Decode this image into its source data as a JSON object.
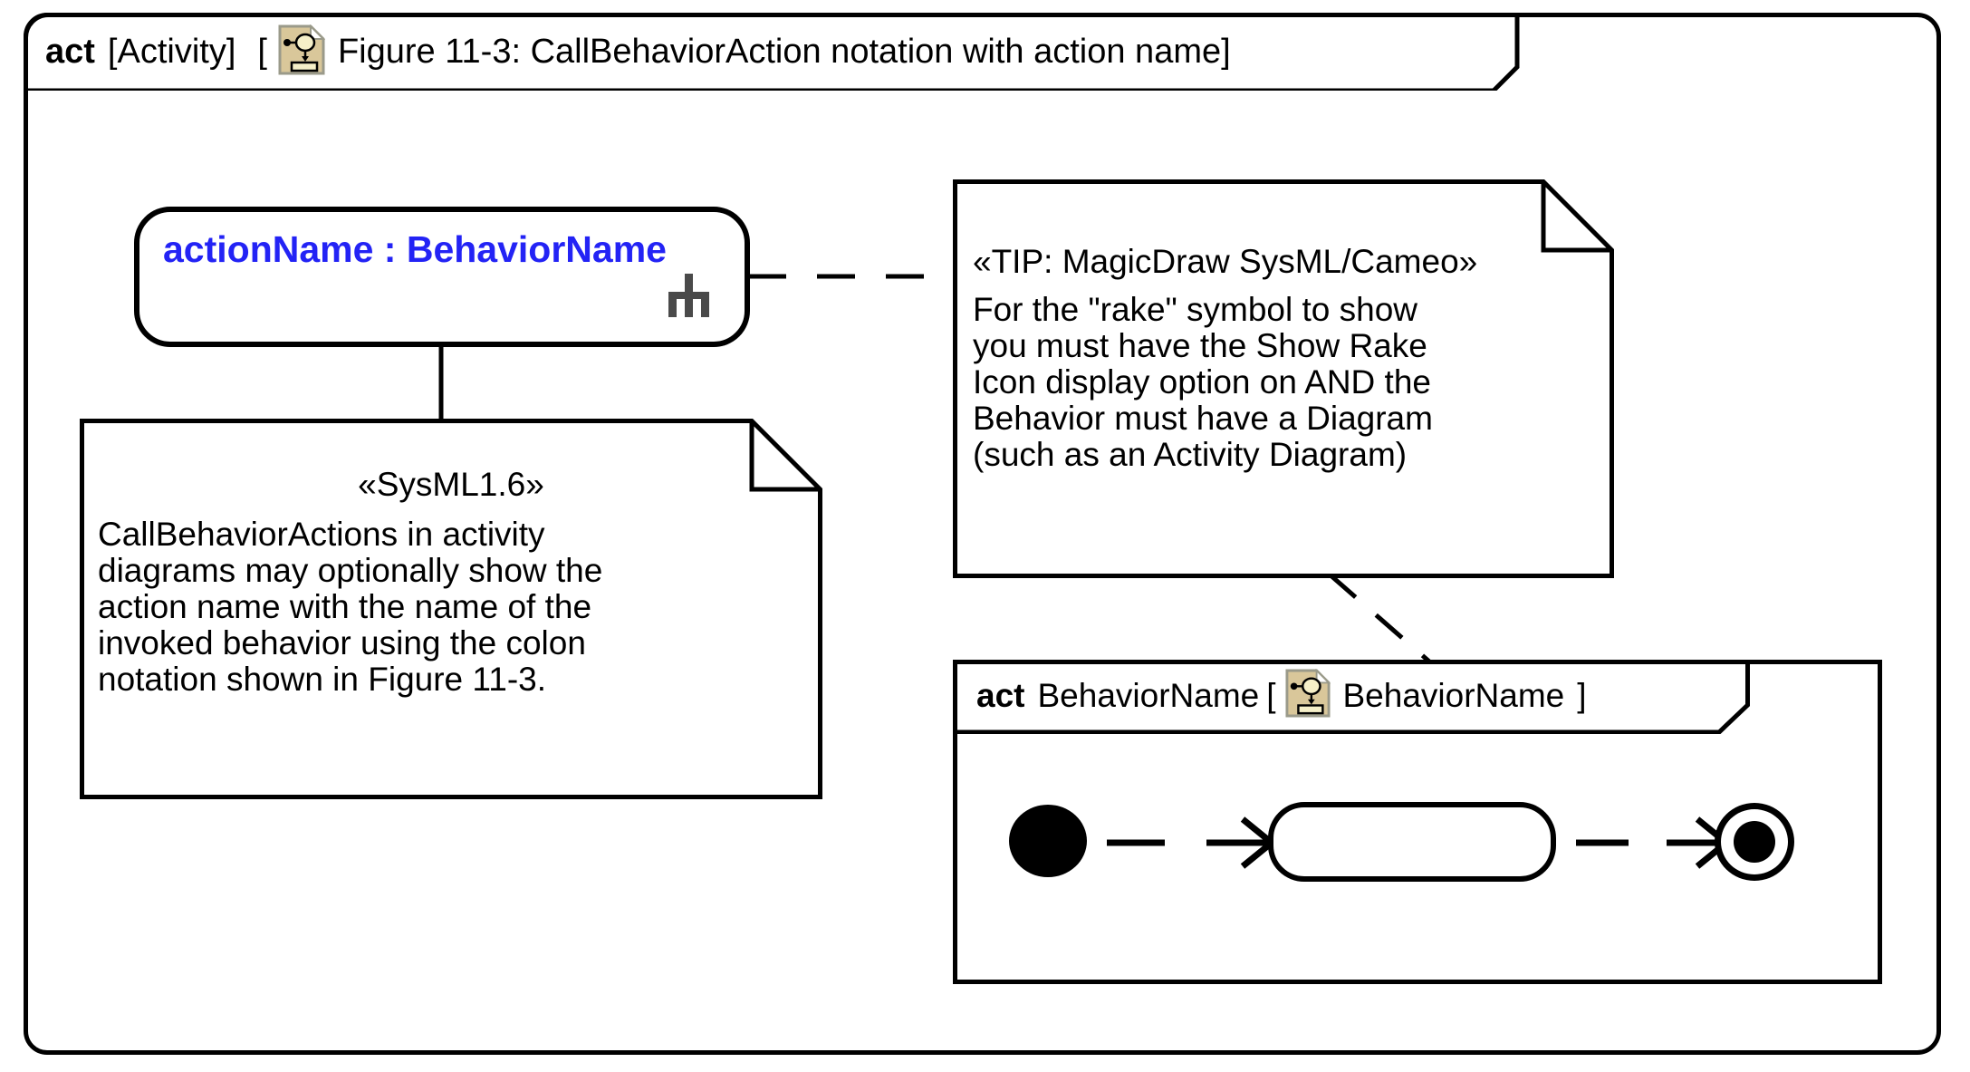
{
  "frame": {
    "keyword": "act",
    "type_label": "[Activity]",
    "bracket_open": "[",
    "icon": "activity-diagram-icon",
    "title": "Figure 11-3: CallBehaviorAction notation with action name",
    "bracket_close": "]"
  },
  "action_node": {
    "name": "actionName : BehaviorName",
    "text_color": "#2323F5",
    "rake_icon": "rake-icon",
    "rake_color": "#4A4A4A"
  },
  "notes": {
    "sysml": {
      "stereotype": "«SysML1.6»",
      "lines": [
        "CallBehaviorActions in activity",
        "diagrams may optionally show the",
        "action name with the name of the",
        "invoked behavior using the colon",
        "notation shown in Figure 11-3."
      ]
    },
    "tip": {
      "stereotype": "«TIP: MagicDraw SysML/Cameo»",
      "lines": [
        "For the \"rake\" symbol to show",
        "you must have the Show Rake",
        "Icon display option on AND the",
        "Behavior must have a Diagram",
        "(such as an Activity Diagram)"
      ]
    }
  },
  "inner_frame": {
    "keyword": "act",
    "name": "BehaviorName",
    "bracket_open": "[",
    "icon": "activity-diagram-icon",
    "title": "BehaviorName",
    "bracket_close": "]",
    "nodes": {
      "initial": "initial-node",
      "action": "",
      "final": "activity-final-node"
    }
  },
  "colors": {
    "icon_background": "#D9C79A",
    "icon_inner": "#F5EFC8",
    "icon_border": "#9A9A8A",
    "line": "#000000",
    "accent_blue": "#2323F5"
  }
}
